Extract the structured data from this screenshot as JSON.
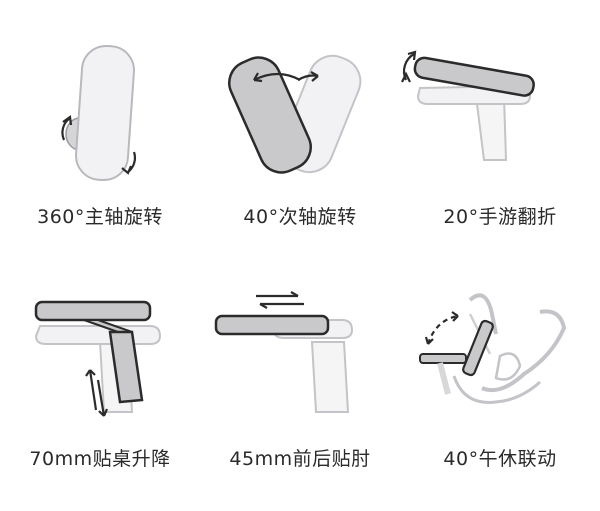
{
  "features": [
    {
      "id": "main-axis-rotation",
      "label": "360°主轴旋转"
    },
    {
      "id": "secondary-axis-rotation",
      "label": "40°次轴旋转"
    },
    {
      "id": "flip-up",
      "label": "20°手游翻折"
    },
    {
      "id": "height-adjust",
      "label": "70mm贴桌升降"
    },
    {
      "id": "front-back-slide",
      "label": "45mm前后贴肘"
    },
    {
      "id": "nap-linkage",
      "label": "40°午休联动"
    }
  ],
  "colors": {
    "outline": "#2b2b2b",
    "dark_fill": "#c9c9cb",
    "light_fill": "#f2f2f4",
    "light_stroke": "#c4c4c8"
  }
}
